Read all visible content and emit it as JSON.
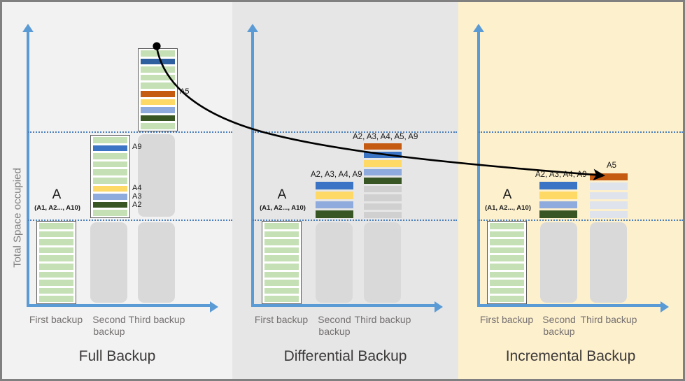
{
  "figure": {
    "y_axis_label": "Total Space occupied",
    "background_colors": {
      "full": "#f2f2f2",
      "differential": "#e6e6e6",
      "incremental": "#fdf0cd",
      "border": "#808080"
    },
    "palette": {
      "axis_blue": "#5b9bd5",
      "guide_line": "#4a7ebb",
      "ghost_gray": "#d9d9d9",
      "light_green": "#c5e0b4",
      "dark_blue": "#2e5f9e",
      "medium_blue": "#3b74c4",
      "orange": "#c55a11",
      "yellow": "#ffd966",
      "light_blue": "#8faadc",
      "dark_green": "#375623",
      "placeholder_gray": "#d0d0d0",
      "placeholder_bluegray": "#dfe3ec"
    }
  },
  "panels": [
    {
      "id": "full",
      "title": "Full Backup",
      "ticks": [
        "First backup",
        "Second backup",
        "Third backup"
      ],
      "first_set_label": "A",
      "first_set_sublabel": "(A1, A2..., A10)",
      "columns": [
        {
          "tick": "First backup",
          "bands": [
            "light_green",
            "light_green",
            "light_green",
            "light_green",
            "light_green",
            "light_green",
            "light_green",
            "light_green",
            "light_green",
            "light_green"
          ],
          "framed": true
        },
        {
          "tick": "Second backup",
          "bands": [
            "light_green",
            "medium_blue",
            "light_green",
            "light_green",
            "light_green",
            "light_green",
            "yellow",
            "light_blue",
            "dark_green",
            "light_green"
          ],
          "framed": true,
          "band_labels": [
            {
              "index": 1,
              "text": "A9"
            },
            {
              "index": 6,
              "text": "A4"
            },
            {
              "index": 7,
              "text": "A3"
            },
            {
              "index": 8,
              "text": "A2"
            }
          ],
          "ghost_below": true
        },
        {
          "tick": "Third backup",
          "bands": [
            "light_green",
            "dark_blue",
            "light_green",
            "light_green",
            "light_green",
            "orange",
            "yellow",
            "light_blue",
            "dark_green",
            "light_green"
          ],
          "framed": true,
          "band_labels": [
            {
              "index": 5,
              "text": "A5"
            }
          ],
          "ghost_below": true,
          "ghost_below2": true
        }
      ]
    },
    {
      "id": "differential",
      "title": "Differential Backup",
      "ticks": [
        "First backup",
        "Second backup",
        "Third backup"
      ],
      "first_set_label": "A",
      "first_set_sublabel": "(A1, A2..., A10)",
      "columns": [
        {
          "tick": "First backup",
          "bands": [
            "light_green",
            "light_green",
            "light_green",
            "light_green",
            "light_green",
            "light_green",
            "light_green",
            "light_green",
            "light_green",
            "light_green"
          ],
          "framed": true
        },
        {
          "tick": "Second backup",
          "bands": [
            "medium_blue",
            "yellow",
            "light_blue",
            "dark_green"
          ],
          "set_label": "A2, A3, A4, A9",
          "ghost_below": true
        },
        {
          "tick": "Third backup",
          "bands": [
            "orange",
            "medium_blue",
            "yellow",
            "light_blue",
            "dark_green",
            "placeholder_gray",
            "placeholder_gray",
            "placeholder_gray",
            "placeholder_gray"
          ],
          "set_label": "A2, A3, A4, A5, A9",
          "ghost_below": true
        }
      ]
    },
    {
      "id": "incremental",
      "title": "Incremental Backup",
      "ticks": [
        "First backup",
        "Second backup",
        "Third backup"
      ],
      "first_set_label": "A",
      "first_set_sublabel": "(A1, A2..., A10)",
      "columns": [
        {
          "tick": "First backup",
          "bands": [
            "light_green",
            "light_green",
            "light_green",
            "light_green",
            "light_green",
            "light_green",
            "light_green",
            "light_green",
            "light_green",
            "light_green"
          ],
          "framed": true
        },
        {
          "tick": "Second backup",
          "bands": [
            "medium_blue",
            "yellow",
            "light_blue",
            "dark_green"
          ],
          "set_label": "A2, A3, A4, A9",
          "ghost_below": true
        },
        {
          "tick": "Third backup",
          "bands": [
            "orange",
            "placeholder_bluegray",
            "placeholder_bluegray",
            "placeholder_bluegray",
            "placeholder_bluegray"
          ],
          "set_label": "A5",
          "ghost_below": true
        }
      ]
    }
  ],
  "annotations": {
    "curve_start_label": "A5",
    "curve_end_label": "A5",
    "description": "Curved arrow from the A5 block in the Full Backup third column to the A5 block in the Incremental Backup third column"
  }
}
